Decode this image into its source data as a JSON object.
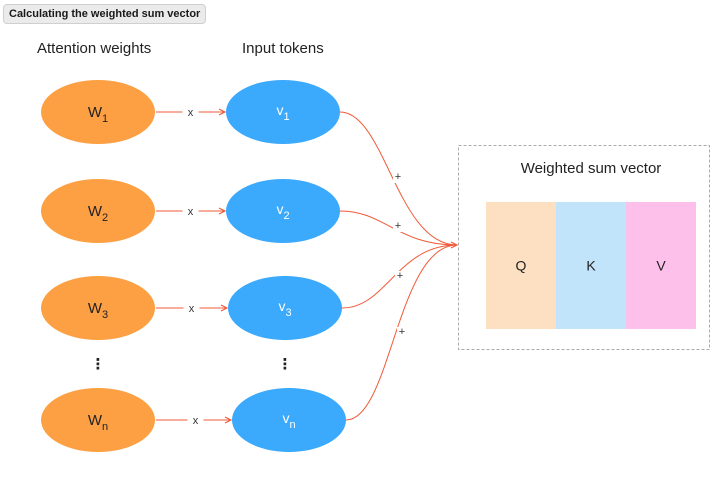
{
  "title": "Calculating the weighted sum vector",
  "headers": {
    "weights": "Attention weights",
    "tokens": "Input tokens"
  },
  "operators": {
    "multiply": "x",
    "add": "+"
  },
  "ellipsis": "⋮",
  "rows": [
    {
      "weight": "W",
      "weight_sub": "1",
      "token": "v",
      "token_sub": "1"
    },
    {
      "weight": "W",
      "weight_sub": "2",
      "token": "v",
      "token_sub": "2"
    },
    {
      "weight": "W",
      "weight_sub": "3",
      "token": "v",
      "token_sub": "3"
    },
    {
      "weight": "W",
      "weight_sub": "n",
      "token": "v",
      "token_sub": "n"
    }
  ],
  "result": {
    "title": "Weighted sum vector",
    "cells": [
      {
        "label": "Q",
        "color": "#fde0c2"
      },
      {
        "label": "K",
        "color": "#c2e4fb"
      },
      {
        "label": "V",
        "color": "#fdc0ea"
      }
    ]
  },
  "colors": {
    "weight_fill": "#fca043",
    "token_fill": "#3ba9fc",
    "arrow": "#f05a38",
    "box_border": "#aaaaaa"
  }
}
